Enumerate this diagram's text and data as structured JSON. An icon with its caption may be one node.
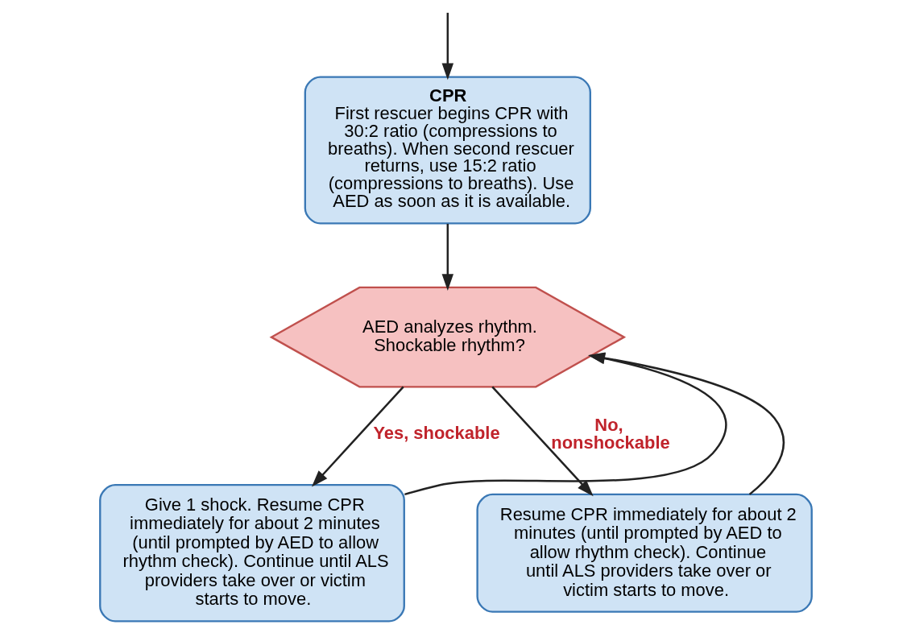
{
  "diagram": {
    "nodes": [
      {
        "text": [
          "CPR",
          "First rescuer begins CPR with 30:2 ratio (compressions to breaths). When second rescuer returns, use 15:2 ratio (compressions to breaths). Use AED as soon as it is available."
        ]
      },
      {
        "text": [
          "AED analyzes rhythm. Shockable rhythm?"
        ]
      },
      {
        "text": [
          "Give 1 shock. Resume CPR immediately for about 2 minutes (until prompted by AED to allow rhythm check). Continue until ALS providers take over or victim starts to move."
        ]
      },
      {
        "text": [
          "Resume CPR immediately for about 2 minutes (until prompted by AED to allow rhythm check). Continue until ALS providers take over or victim starts to move."
        ]
      }
    ],
    "edges": [
      {
        "from": null,
        "to": 0,
        "arrow": "to"
      },
      {
        "from": 0,
        "to": 1,
        "arrow": "to"
      },
      {
        "from": 1,
        "to": 2,
        "arrow": "to",
        "label": "Yes, shockable"
      },
      {
        "from": 1,
        "to": 3,
        "arrow": "to",
        "label": "No, nonshockable"
      },
      {
        "from": 2,
        "to": 1,
        "arrow": "to"
      },
      {
        "from": 3,
        "to": 1,
        "arrow": "to"
      }
    ]
  }
}
